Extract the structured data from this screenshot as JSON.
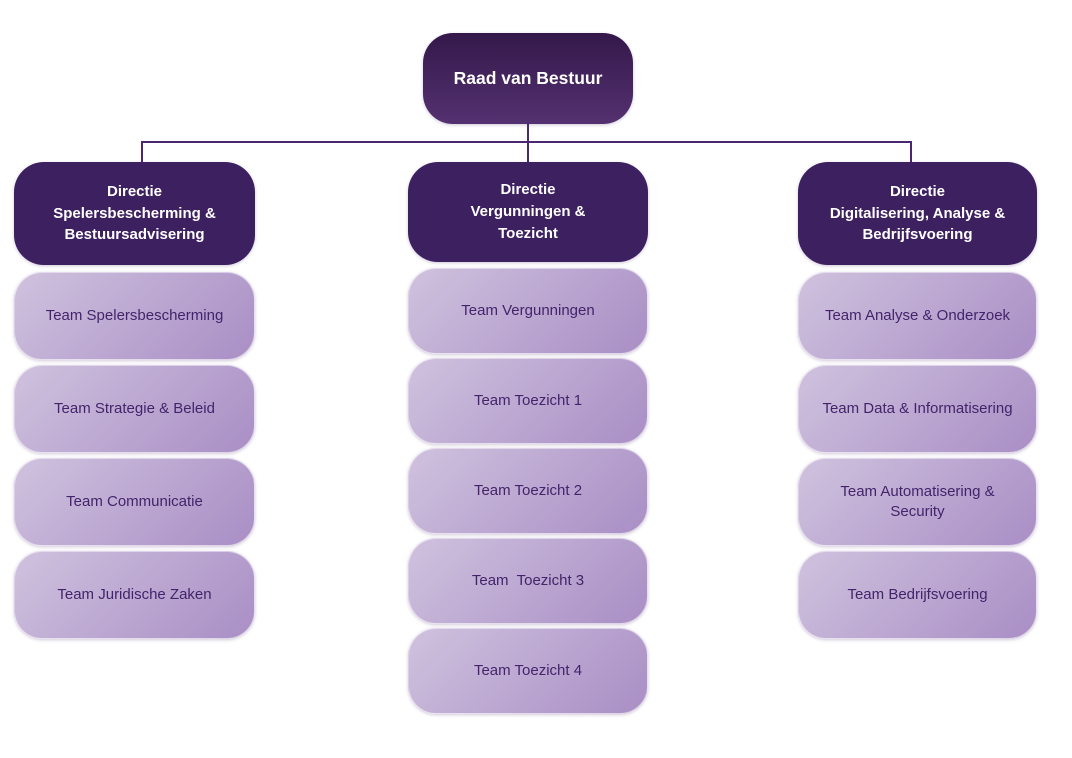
{
  "colors": {
    "background": "#ffffff",
    "line": "#4a2770",
    "dark-box": "#3d2060",
    "dark-box-grad-top": "#34184a",
    "dark-box-grad-bottom": "#543170",
    "team-grad-light": "#cfc2de",
    "team-grad-dark": "#a98ec5",
    "team-text": "#43246b",
    "dark-text": "#ffffff"
  },
  "root": {
    "label": "Raad van Bestuur"
  },
  "columns": [
    {
      "directie": "Directie\nSpelersbescherming &\nBestuursadvisering",
      "teams": [
        "Team Spelersbescherming",
        "Team Strategie & Beleid",
        "Team Communicatie",
        "Team Juridische Zaken"
      ]
    },
    {
      "directie": "Directie\nVergunningen &\nToezicht",
      "teams": [
        "Team Vergunningen",
        "Team Toezicht 1",
        "Team Toezicht 2",
        "Team  Toezicht 3",
        "Team Toezicht 4"
      ]
    },
    {
      "directie": "Directie\nDigitalisering, Analyse &\nBedrijfsvoering",
      "teams": [
        "Team Analyse & Onderzoek",
        "Team Data & Informatisering",
        "Team Automatisering & Security",
        "Team Bedrijfsvoering"
      ]
    }
  ]
}
